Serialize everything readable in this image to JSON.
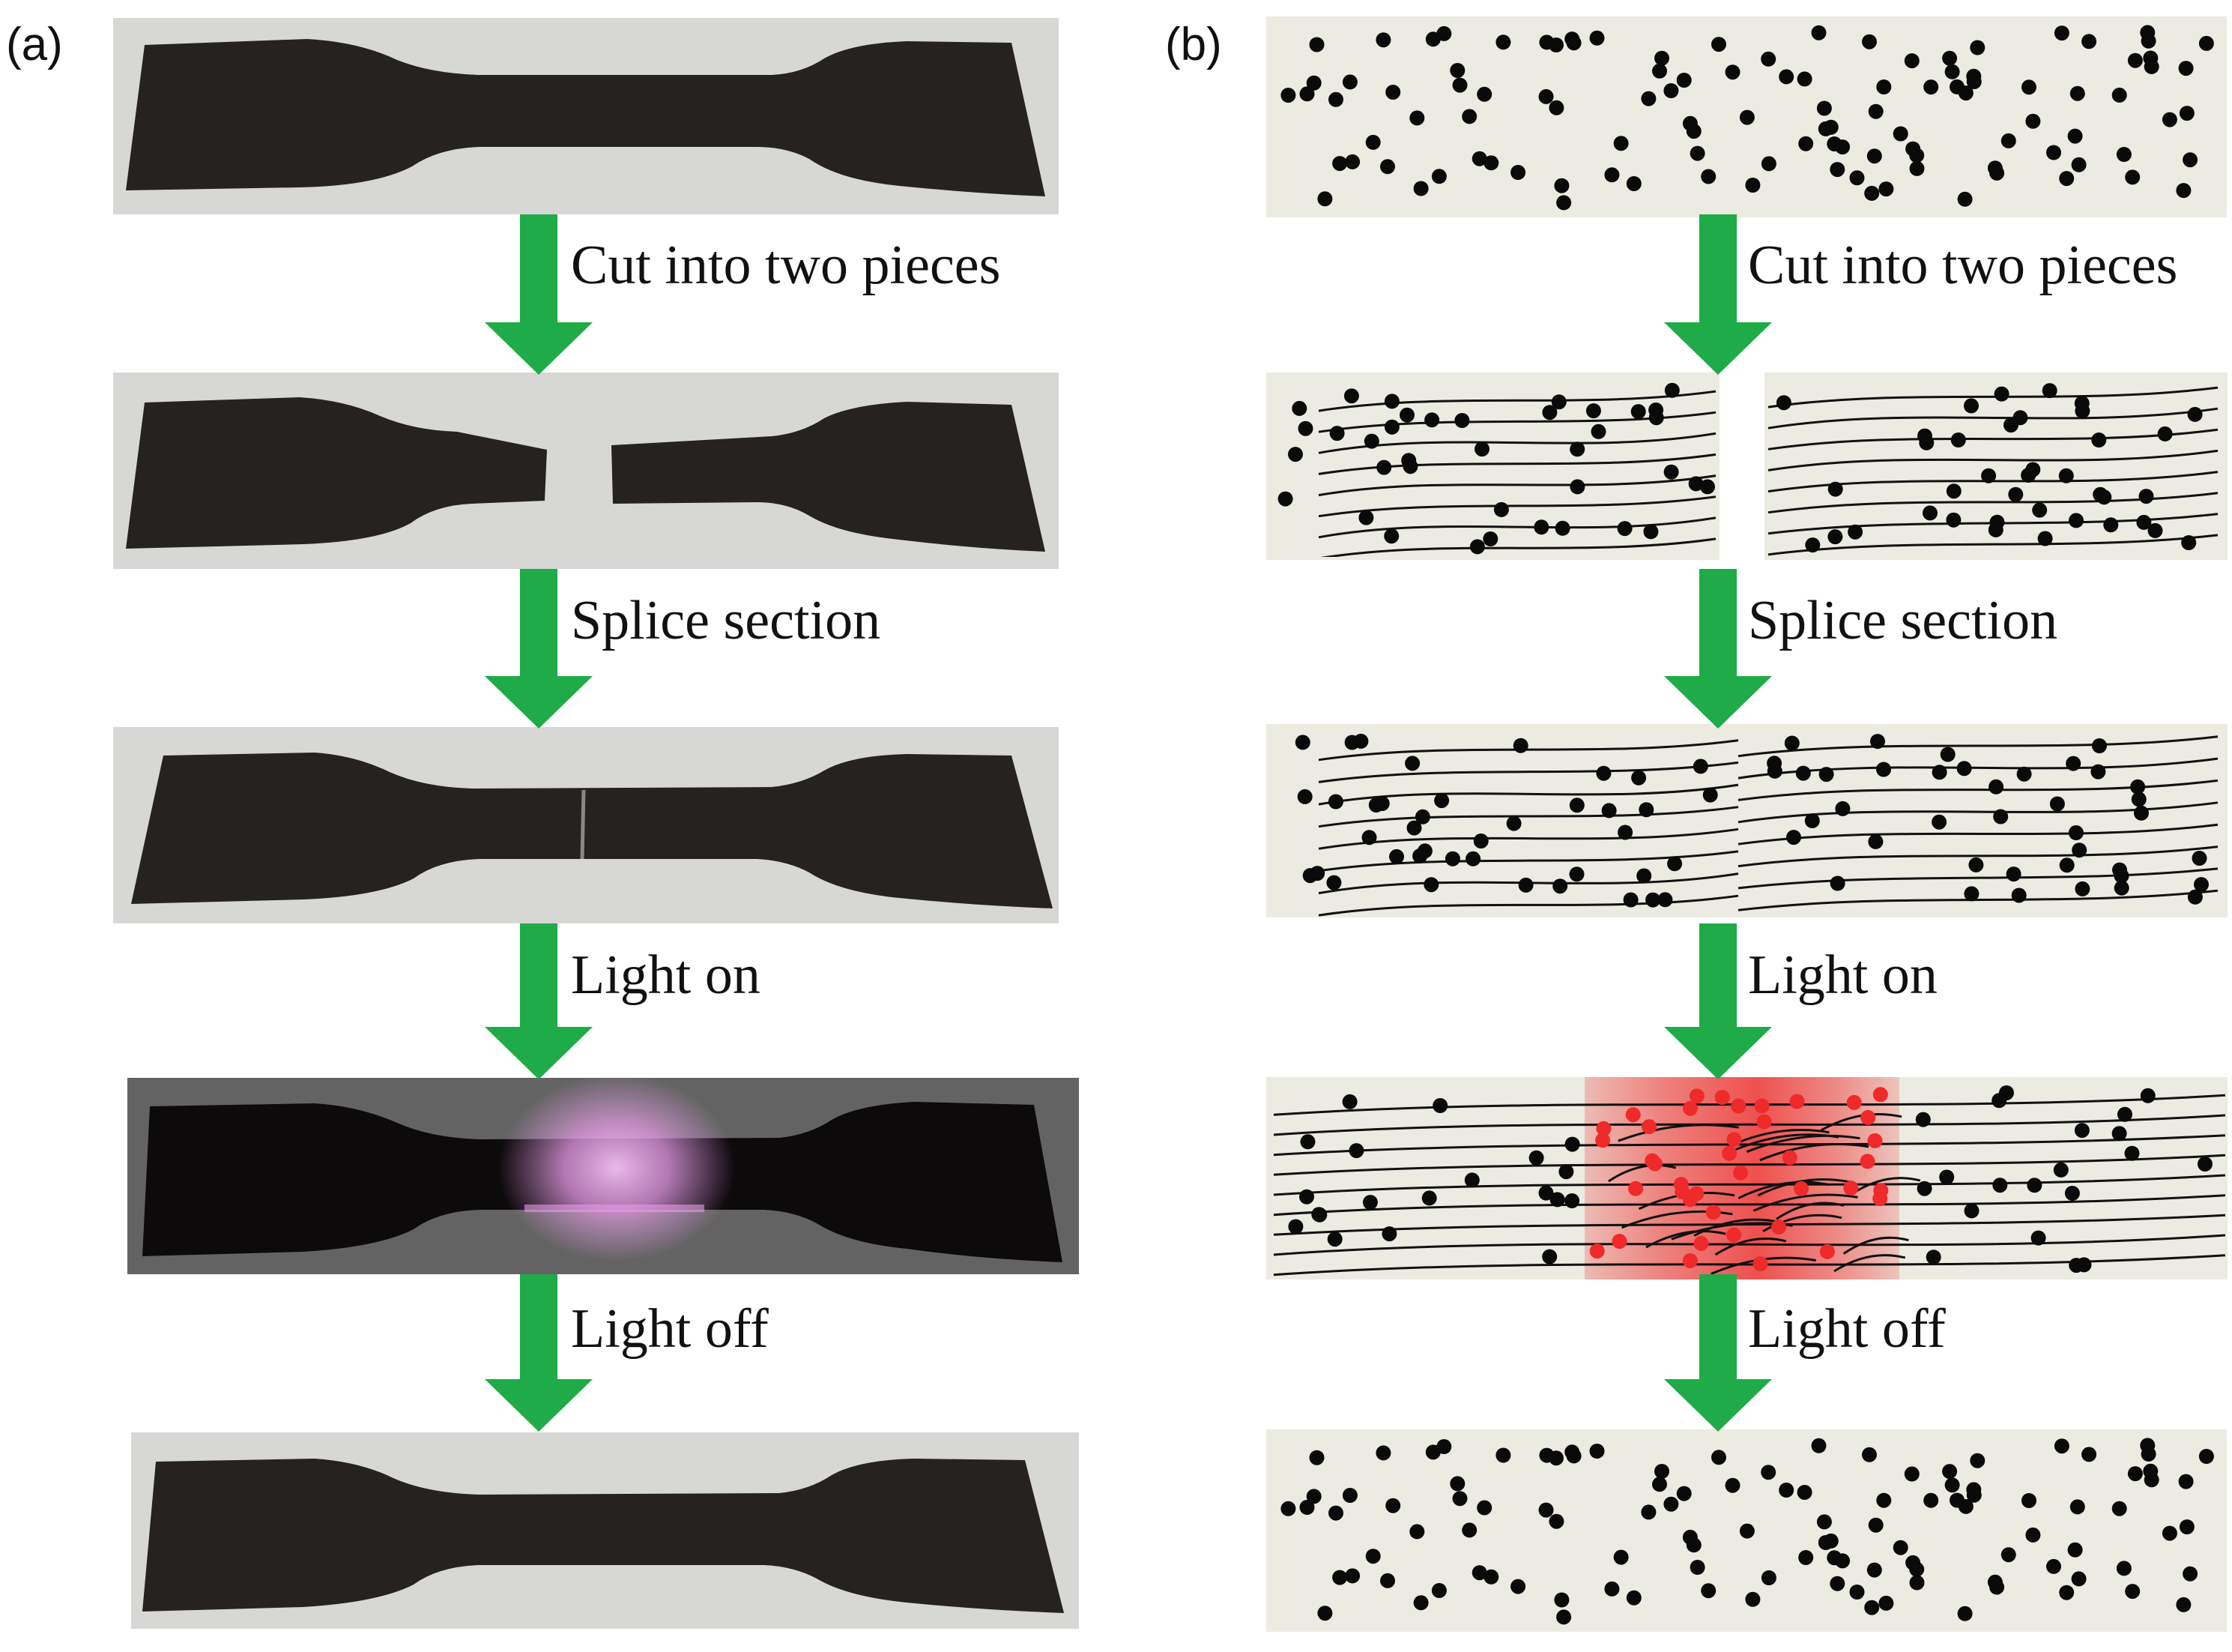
{
  "panels": {
    "a": {
      "label": "(a)"
    },
    "b": {
      "label": "(b)"
    }
  },
  "steps": [
    "Cut into two pieces",
    "Splice section",
    "Light on",
    "Light off"
  ],
  "colors": {
    "arrow": "#1fab47",
    "photo_background": "#d7d8d5",
    "photo_background_dark": "#636363",
    "specimen": "#252220",
    "glow": "#e79ce8",
    "schematic_background": "#ecebe1",
    "dot": "#0a0a0a",
    "fiber": "#111111",
    "excited_dot": "#ee2a2a",
    "excited_region": "#ee2a2a"
  },
  "icons": [
    "down-arrow-icon"
  ]
}
